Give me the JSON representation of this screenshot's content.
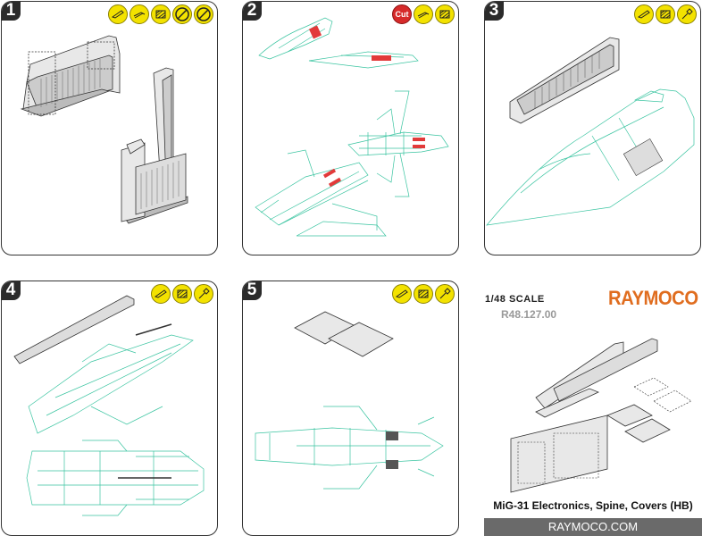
{
  "steps": [
    {
      "number": "1",
      "icons": [
        "knife-icon",
        "sanding-icon",
        "glue-icon",
        "no-glue-icon",
        "no-paint-icon"
      ]
    },
    {
      "number": "2",
      "icons": [
        "cut-icon",
        "sanding-icon",
        "glue-icon"
      ],
      "cut_label": "Cut"
    },
    {
      "number": "3",
      "icons": [
        "knife-icon",
        "glue-icon",
        "brush-icon"
      ]
    },
    {
      "number": "4",
      "icons": [
        "knife-icon",
        "glue-icon",
        "brush-icon"
      ]
    },
    {
      "number": "5",
      "icons": [
        "knife-icon",
        "glue-icon",
        "brush-icon"
      ]
    }
  ],
  "product": {
    "scale": "1/48 SCALE",
    "code": "R48.127.00",
    "brand": "RAYMOCO",
    "title": "MiG-31 Electronics, Spine, Covers (HB)",
    "website": "RAYMOCO.COM"
  },
  "colors": {
    "outline": "#39c4a0",
    "cut_mark": "#e23a3a",
    "icon_yellow": "#f3e200",
    "brand": "#e06d1f"
  }
}
